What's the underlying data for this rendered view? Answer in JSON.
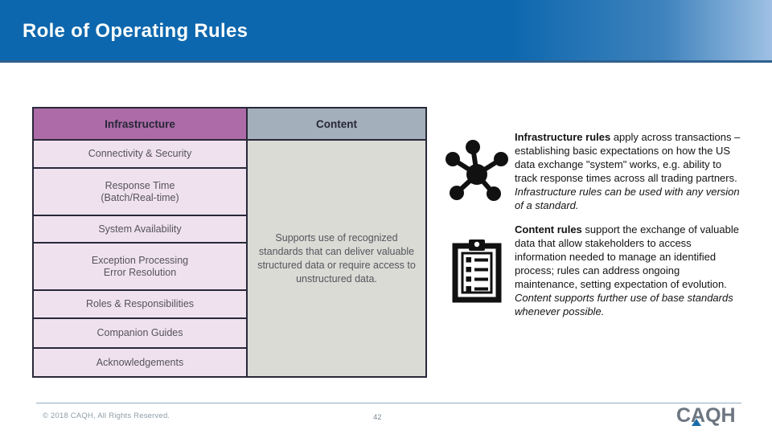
{
  "slide": {
    "title": "Role of Operating Rules",
    "page_number": "42",
    "copyright": "© 2018 CAQH, All Rights Reserved.",
    "logo_text": "CAQH"
  },
  "table": {
    "columns": [
      {
        "label": "Infrastructure"
      },
      {
        "label": "Content"
      }
    ],
    "infrastructure_rows": [
      "Connectivity & Security",
      "Response Time\n(Batch/Real-time)",
      "System Availability",
      "Exception Processing\nError Resolution",
      "Roles & Responsibilities",
      "Companion Guides",
      "Acknowledgements"
    ],
    "content_cell": "Supports use of recognized standards that can deliver valuable structured data or require access to unstructured data."
  },
  "callouts": [
    {
      "icon": "network-hub-icon",
      "lead": "Infrastructure rules",
      "body": " apply across transactions – establishing basic expectations on how the US data exchange \"system\" works, e.g. ability to track response times across all trading partners. ",
      "emphasis": "Infrastructure rules can be used with any version of a standard."
    },
    {
      "icon": "clipboard-checklist-icon",
      "lead": "Content rules",
      "body": " support the exchange of valuable data that allow stakeholders to access information needed to manage an identified process; rules can address ongoing maintenance, setting expectation of evolution. ",
      "emphasis": "Content supports further use of base standards whenever possible."
    }
  ],
  "colors": {
    "banner_blue": "#0d67ae",
    "banner_gradient_right": "#9fc0e3",
    "banner_bottom_edge": "#2f618f",
    "header_infrastructure_bg": "#ad6ba7",
    "header_content_bg": "#a3afba",
    "row_bg": "#efe2ee",
    "content_cell_bg": "#dadbd5",
    "table_border": "#282839",
    "logo_gray": "#6d7680",
    "logo_triangle_blue": "#1b6cab",
    "footer_text": "#8e9da7"
  }
}
